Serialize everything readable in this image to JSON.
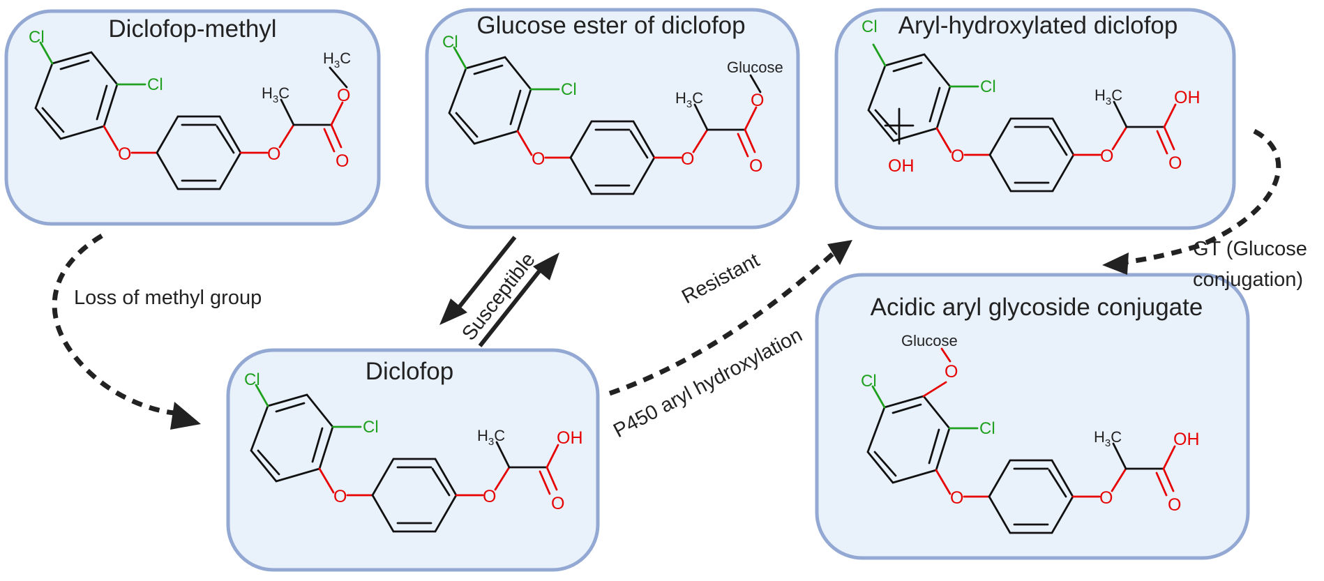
{
  "nodes": {
    "diclofop_methyl": {
      "title": "Diclofop-methyl",
      "cl1": "Cl",
      "cl2": "Cl",
      "o_ether1": "O",
      "o_ether2": "O",
      "o_carbonyl": "O",
      "o_ester": "O",
      "methyl": "H",
      "methyl_sub": "3",
      "methyl_c": "C",
      "ester_methyl": "H",
      "ester_methyl_sub": "3",
      "ester_methyl_c": "C"
    },
    "glucose_ester": {
      "title": "Glucose ester of diclofop",
      "cl1": "Cl",
      "cl2": "Cl",
      "o_ether1": "O",
      "o_ether2": "O",
      "o_carbonyl": "O",
      "o_ester": "O",
      "methyl": "H",
      "methyl_sub": "3",
      "methyl_c": "C",
      "glucose": "Glucose"
    },
    "aryl_hydroxylated": {
      "title": "Aryl-hydroxylated diclofop",
      "cl1": "Cl",
      "cl2": "Cl",
      "oh_ring": "OH",
      "o_ether1": "O",
      "o_ether2": "O",
      "o_carbonyl": "O",
      "oh_acid": "OH",
      "methyl": "H",
      "methyl_sub": "3",
      "methyl_c": "C"
    },
    "diclofop": {
      "title": "Diclofop",
      "cl1": "Cl",
      "cl2": "Cl",
      "o_ether1": "O",
      "o_ether2": "O",
      "o_carbonyl": "O",
      "oh_acid": "OH",
      "methyl": "H",
      "methyl_sub": "3",
      "methyl_c": "C"
    },
    "acidic_conjugate": {
      "title": "Acidic aryl glycoside conjugate",
      "cl1": "Cl",
      "cl2": "Cl",
      "o_glucose": "O",
      "glucose": "Glucose",
      "o_ether1": "O",
      "o_ether2": "O",
      "o_carbonyl": "O",
      "oh_acid": "OH",
      "methyl": "H",
      "methyl_sub": "3",
      "methyl_c": "C"
    }
  },
  "edges": {
    "loss_methyl": "Loss of methyl group",
    "susceptible": "Susceptible",
    "resistant": "Resistant",
    "p450": "P450 aryl hydroxylation",
    "gt_line1": "GT (Glucose",
    "gt_line2": "conjugation)"
  },
  "colors": {
    "box_fill": "#e9f1fb",
    "box_stroke": "#93a8d2",
    "oxygen": "#e60000",
    "chlorine": "#1fa01f",
    "bond": "#111111",
    "arrow": "#222222"
  }
}
